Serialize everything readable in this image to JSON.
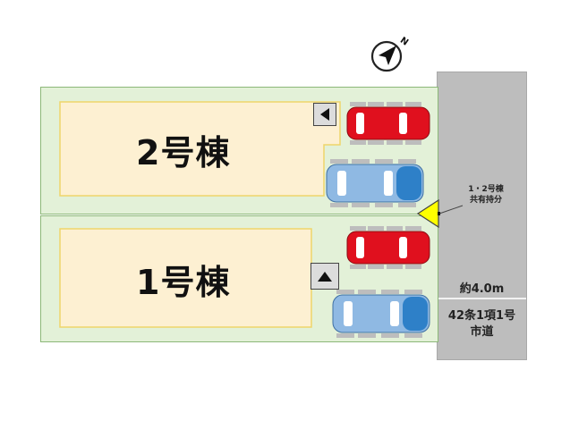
{
  "compass": {
    "icon": "north-arrow-icon",
    "label": "N"
  },
  "lots": [
    {
      "id": "lot-2",
      "label": "2号棟",
      "entry_arrow": "left",
      "cars": [
        {
          "color": "#e0101e",
          "name": "red-car"
        },
        {
          "color": "#6fa8dc",
          "name": "blue-car"
        }
      ]
    },
    {
      "id": "lot-1",
      "label": "1号棟",
      "entry_arrow": "up",
      "cars": [
        {
          "color": "#e0101e",
          "name": "red-car"
        },
        {
          "color": "#6fa8dc",
          "name": "blue-car"
        }
      ]
    }
  ],
  "shared_access": {
    "label_line1": "1・2号棟",
    "label_line2": "共有持分",
    "marker_color": "#ffff00"
  },
  "road": {
    "width_label": "約4.0m",
    "type_line1": "42条1項1号",
    "type_line2": "市道",
    "color": "#bdbdbd"
  },
  "colors": {
    "lot_fill": "#e3f1d8",
    "lot_border": "#8cb878",
    "building_fill": "#fdf0d2",
    "building_border": "#efd56a"
  }
}
